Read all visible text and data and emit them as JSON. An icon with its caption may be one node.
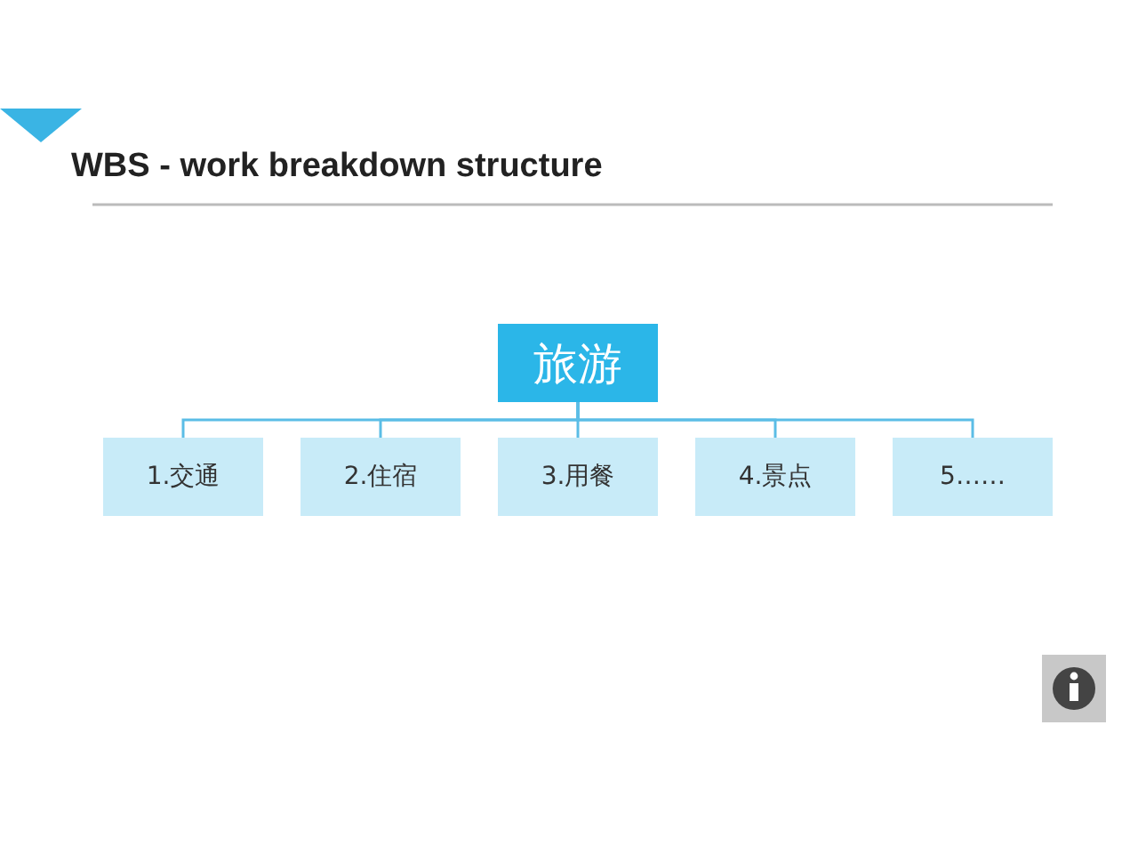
{
  "diagram": {
    "title": "WBS - work breakdown structure",
    "nodes": [
      {
        "text": [
          "旅游"
        ]
      },
      {
        "text": [
          "1.交通"
        ]
      },
      {
        "text": [
          "2.住宿"
        ]
      },
      {
        "text": [
          "3.用餐"
        ]
      },
      {
        "text": [
          "4.景点"
        ]
      },
      {
        "text": [
          "5……"
        ]
      }
    ],
    "edges": [
      {
        "from": 0,
        "to": 1,
        "arrow": "none"
      },
      {
        "from": 0,
        "to": 2,
        "arrow": "none"
      },
      {
        "from": 0,
        "to": 3,
        "arrow": "none"
      },
      {
        "from": 0,
        "to": 4,
        "arrow": "none"
      },
      {
        "from": 0,
        "to": 5,
        "arrow": "none"
      }
    ]
  }
}
